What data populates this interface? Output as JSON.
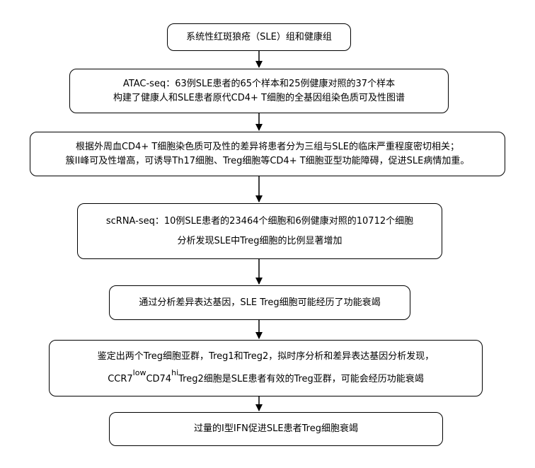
{
  "boxes": [
    {
      "lines": [
        "系统性红斑狼疮（SLE）组和健康组"
      ]
    },
    {
      "lines": [
        "ATAC-seq：63例SLE患者的65个样本和25例健康对照的37个样本",
        "构建了健康人和SLE患者原代CD4+ T细胞的全基因组染色质可及性图谱"
      ]
    },
    {
      "lines": [
        "根据外周血CD4+ T细胞染色质可及性的差异将患者分为三组与SLE的临床严重程度密切相关；",
        "簇II峰可及性增高，可诱导Th17细胞、Treg细胞等CD4+ T细胞亚型功能障碍，促进SLE病情加重。"
      ]
    },
    {
      "lines": [
        "scRNA-seq：10例SLE患者的23464个细胞和6例健康对照的10712个细胞",
        "分析发现SLE中Treg细胞的比例显著增加"
      ]
    },
    {
      "lines": [
        "通过分析差异表达基因，SLE Treg细胞可能经历了功能衰竭"
      ]
    },
    {
      "line1": "鉴定出两个Treg细胞亚群，Treg1和Treg2，拟时序分析和差异表达基因分析发现，",
      "line2": {
        "a": "CCR7",
        "sup_a": "low",
        "b": "CD74",
        "sup_b": "hi",
        "c": "Treg2细胞是SLE患者有效的Treg亚群，可能会经历功能衰竭"
      }
    },
    {
      "lines": [
        "过量的I型IFN促进SLE患者Treg细胞衰竭"
      ]
    }
  ]
}
